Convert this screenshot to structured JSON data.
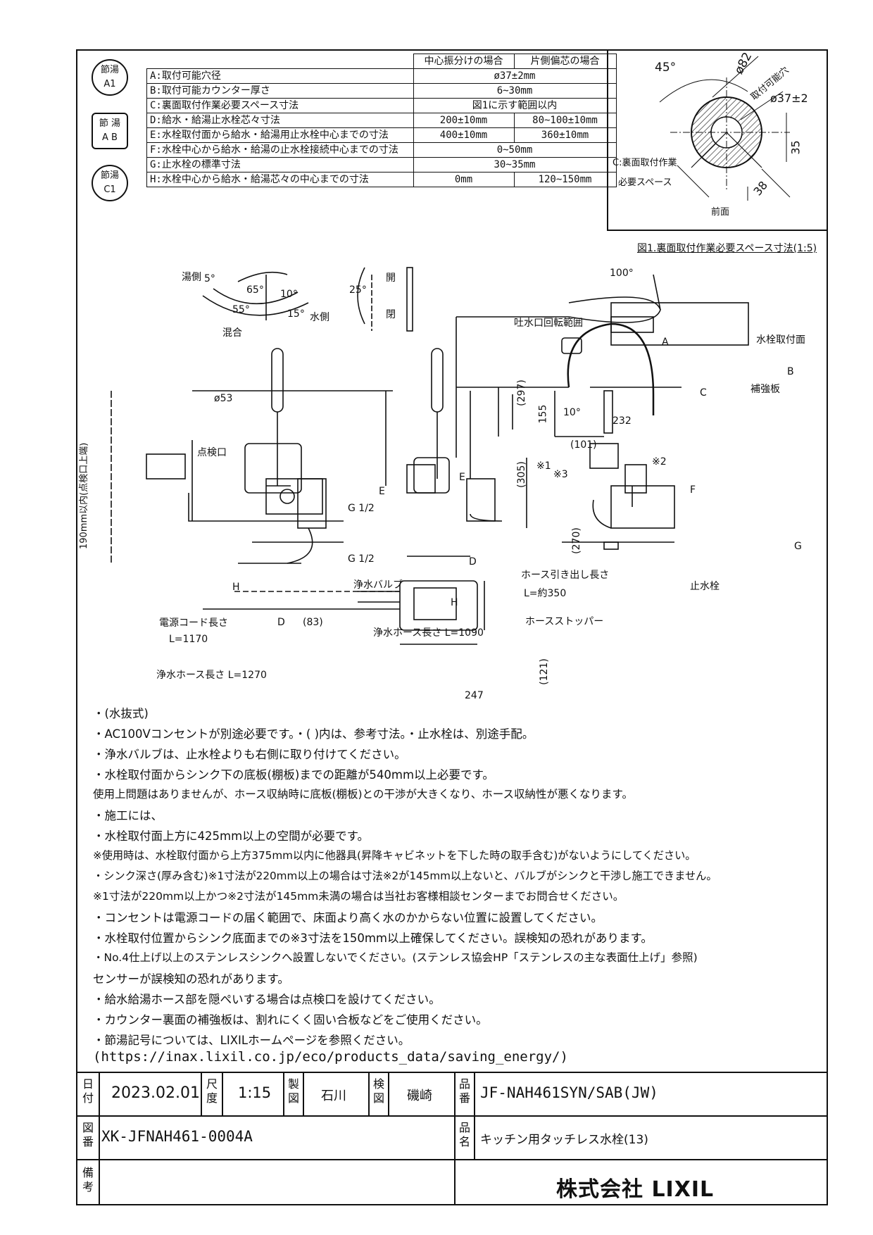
{
  "badges": [
    {
      "line1": "節湯",
      "line2": "A1"
    },
    {
      "line1": "節 湯",
      "line2": "A B"
    },
    {
      "line1": "節湯",
      "line2": "C1"
    }
  ],
  "spec_table": {
    "headers": [
      "中心振分けの場合",
      "片側偏芯の場合"
    ],
    "rows": [
      {
        "label": "A:取付可能穴径",
        "value": "ø37±2mm"
      },
      {
        "label": "B:取付可能カウンター厚さ",
        "value": "6~30mm"
      },
      {
        "label": "C:裏面取付作業必要スペース寸法",
        "value": "図1に示す範囲以内"
      },
      {
        "label": "D:給水・給湯止水栓芯々寸法",
        "v1": "200±10mm",
        "v2": "80~100±10mm"
      },
      {
        "label": "E:水栓取付面から給水・給湯用止水栓中心までの寸法",
        "v1": "400±10mm",
        "v2": "360±10mm"
      },
      {
        "label": "F:水栓中心から給水・給湯の止水栓接続中心までの寸法",
        "value": "0~50mm"
      },
      {
        "label": "G:止水栓の標準寸法",
        "value": "30~35mm"
      },
      {
        "label": "H:水栓中心から給水・給湯芯々の中心までの寸法",
        "v1": "0mm",
        "v2": "120~150mm"
      }
    ]
  },
  "fig1": {
    "caption": "図1.裏面取付作業必要スペース寸法(1:5)",
    "dia": "ø82",
    "angle": "45°",
    "hole_label": "取付可能穴",
    "hole_value": "ø37±2",
    "dim35": "35",
    "dim38": "38",
    "c_label1": "C:裏面取付作業",
    "c_label2": "必要スペース",
    "front": "前面"
  },
  "drawing_labels": {
    "hot_side": "湯側",
    "mix": "混合",
    "cold_side": "水側",
    "a5": "5°",
    "a65": "65°",
    "a10": "10°",
    "a55": "55°",
    "a15": "15°",
    "a25": "25°",
    "open1": "開",
    "open2": "閉",
    "a100": "100°",
    "spout_rot": "吐水口回転範囲",
    "phi53": "ø53",
    "inspection": "点検口",
    "g12a": "G 1/2",
    "g12b": "G 1/2",
    "e1": "E",
    "e2": "E",
    "valve": "浄水バルブ",
    "cord_len": "電源コード長さ",
    "cord_val": "L=1170",
    "h1": "H",
    "d1": "D",
    "d83": "(83)",
    "d2": "D",
    "h2": "H",
    "hose1_len": "浄水ホース長さ L=1090",
    "hose2_len": "浄水ホース長さ L=1270",
    "d121": "(121)",
    "d247": "247",
    "v190": "190mm以内(点検口上端)",
    "d297": "(297)",
    "d155": "155",
    "d10": "10°",
    "d232": "232",
    "d101": "(101)",
    "d305": "(305)",
    "x1": "※1",
    "x3": "※3",
    "x2": "※2",
    "d270": "(270)",
    "f": "F",
    "a": "A",
    "b": "B",
    "c": "C",
    "g": "G",
    "mount": "水栓取付面",
    "reinforce": "補強板",
    "hose_pull": "ホース引き出し長さ",
    "hose_pull_v": "L=約350",
    "stopper": "ホースストッパー",
    "stopcock": "止水栓"
  },
  "notes": [
    "・(水抜式)",
    "・AC100Vコンセントが別途必要です。・(  )内は、参考寸法。・止水栓は、別途手配。",
    "・浄水バルブは、止水栓よりも右側に取り付けてください。",
    "・水栓取付面からシンク下の底板(棚板)までの距離が540mm以上必要です。",
    "  使用上問題はありませんが、ホース収納時に底板(棚板)との干渉が大きくなり、ホース収納性が悪くなります。",
    "・施工には、",
    "  ・水栓取付面上方に425mm以上の空間が必要です。",
    "    ※使用時は、水栓取付面から上方375mm以内に他器具(昇降キャビネットを下した時の取手含む)がないようにしてください。",
    "  ・シンク深さ(厚み含む)※1寸法が220mm以上の場合は寸法※2が145mm以上ないと、バルブがシンクと干渉し施工できません。",
    "    ※1寸法が220mm以上かつ※2寸法が145mm未満の場合は当社お客様相談センターまでお問合せください。",
    "  ・コンセントは電源コードの届く範囲で、床面より高く水のかからない位置に設置してください。",
    "  ・水栓取付位置からシンク底面までの※3寸法を150mm以上確保してください。誤検知の恐れがあります。",
    "  ・No.4仕上げ以上のステンレスシンクへ設置しないでください。(ステンレス協会HP「ステンレスの主な表面仕上げ」参照)",
    "    センサーが誤検知の恐れがあります。",
    "・給水給湯ホース部を隠ぺいする場合は点検口を設けてください。",
    "・カウンター裏面の補強板は、割れにくく固い合板などをご使用ください。",
    "・節湯記号については、LIXILホームページを参照ください。",
    " (https://inax.lixil.co.jp/eco/products_data/saving_energy/)"
  ],
  "title_block": {
    "date_label": "日付",
    "date": "2023.02.01",
    "scale_label": "尺度",
    "scale": "1:15",
    "drawn_label": "製図",
    "drawn": "石川",
    "checked_label": "検図",
    "checked": "磯崎",
    "product_no_label": "品番",
    "product_no": "JF-NAH461SYN/SAB(JW)",
    "drawing_no_label": "図番",
    "drawing_no": "XK-JFNAH461-0004A",
    "product_name_label": "品名",
    "product_name": "キッチン用タッチレス水栓(13)",
    "remarks_label": "備考",
    "company": "株式会社 LIXIL"
  }
}
